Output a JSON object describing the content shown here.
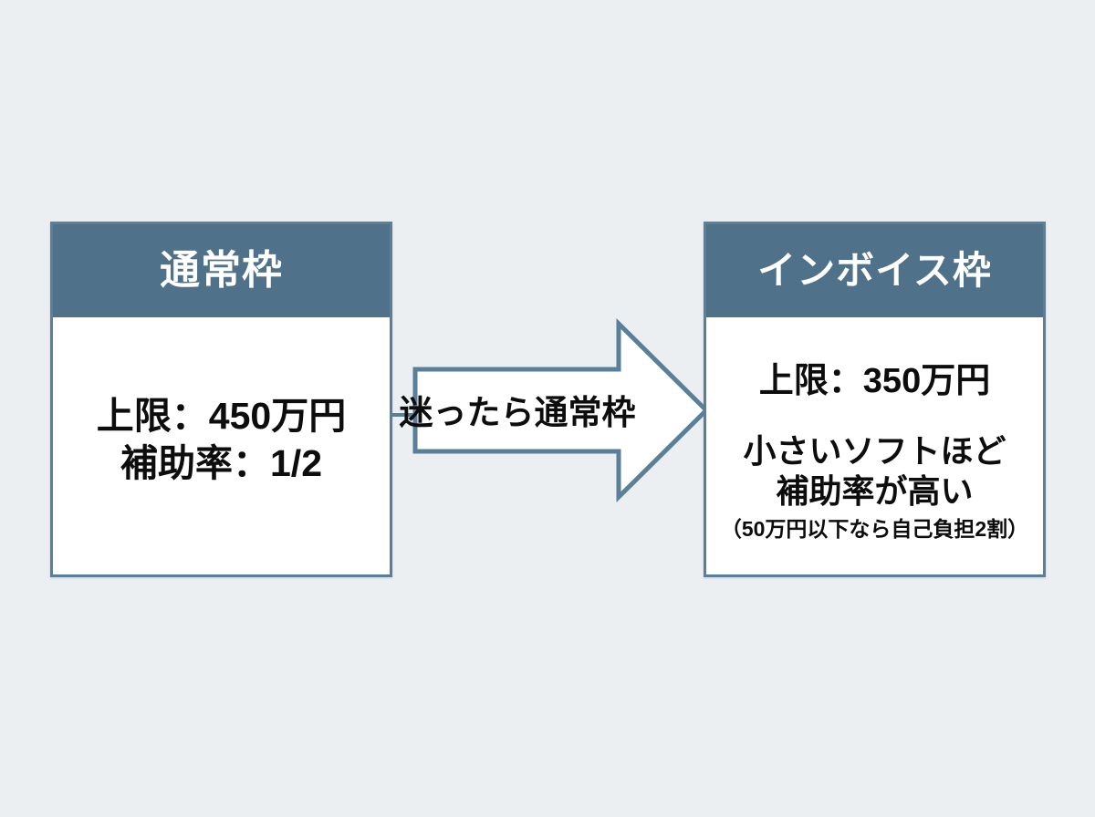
{
  "canvas": {
    "background_color": "#EBEFF2",
    "accent_color": "#4F7189",
    "border_color": "#5A7F99",
    "text_color": "#0D0D0D"
  },
  "cards": {
    "normal": {
      "header": "通常枠",
      "lines": [
        "上限：450万円",
        "補助率：1/2"
      ]
    },
    "invoice": {
      "header": "インボイス枠",
      "top_line": "上限：350万円",
      "mid_lines": [
        "小さいソフトほど",
        "補助率が高い"
      ],
      "note": "（50万円以下なら自己負担2割）"
    }
  },
  "arrow": {
    "label": "迷ったら通常枠",
    "direction": "right",
    "fill_color": "#FFFFFF",
    "stroke_color": "#5A7F99"
  }
}
